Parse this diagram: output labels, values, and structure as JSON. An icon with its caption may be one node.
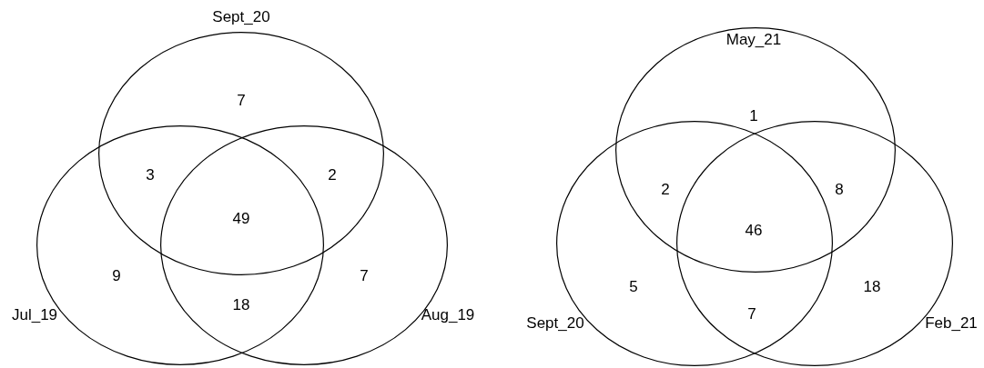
{
  "diagram": {
    "nodes": [
      {
        "text": [
          "Sept_20"
        ]
      },
      {
        "text": [
          "Jul_19"
        ]
      },
      {
        "text": [
          "Aug_19"
        ]
      },
      {
        "text": [
          "May_21"
        ]
      },
      {
        "text": [
          "Sept_20"
        ]
      },
      {
        "text": [
          "Feb_21"
        ]
      }
    ],
    "labels": [
      "7",
      "3",
      "2",
      "49",
      "9",
      "7",
      "18",
      "1",
      "2",
      "8",
      "46",
      "5",
      "18",
      "7"
    ]
  }
}
